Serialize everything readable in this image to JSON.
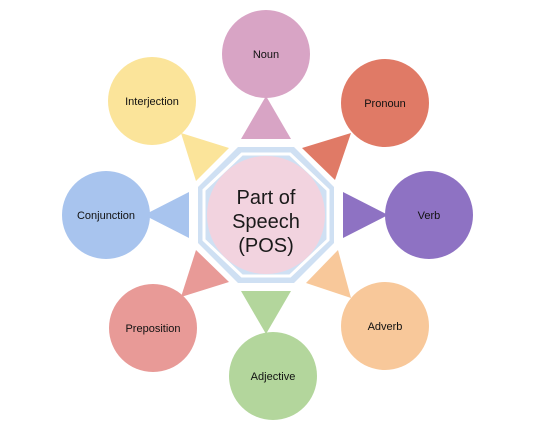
{
  "center": {
    "lines": [
      "Part of",
      "Speech",
      "(POS)"
    ],
    "outer_color": "#cfe0f3",
    "inner_color": "#f2d3df"
  },
  "nodes": [
    {
      "key": "noun",
      "label": "Noun",
      "color": "#d8a4c5"
    },
    {
      "key": "pronoun",
      "label": "Pronoun",
      "color": "#e07a66"
    },
    {
      "key": "verb",
      "label": "Verb",
      "color": "#8e72c3"
    },
    {
      "key": "adverb",
      "label": "Adverb",
      "color": "#f8c89a"
    },
    {
      "key": "adjective",
      "label": "Adjective",
      "color": "#b3d69c"
    },
    {
      "key": "preposition",
      "label": "Preposition",
      "color": "#e89a97"
    },
    {
      "key": "conjunction",
      "label": "Conjunction",
      "color": "#a8c4ee"
    },
    {
      "key": "interjection",
      "label": "Interjection",
      "color": "#fbe49a"
    }
  ]
}
